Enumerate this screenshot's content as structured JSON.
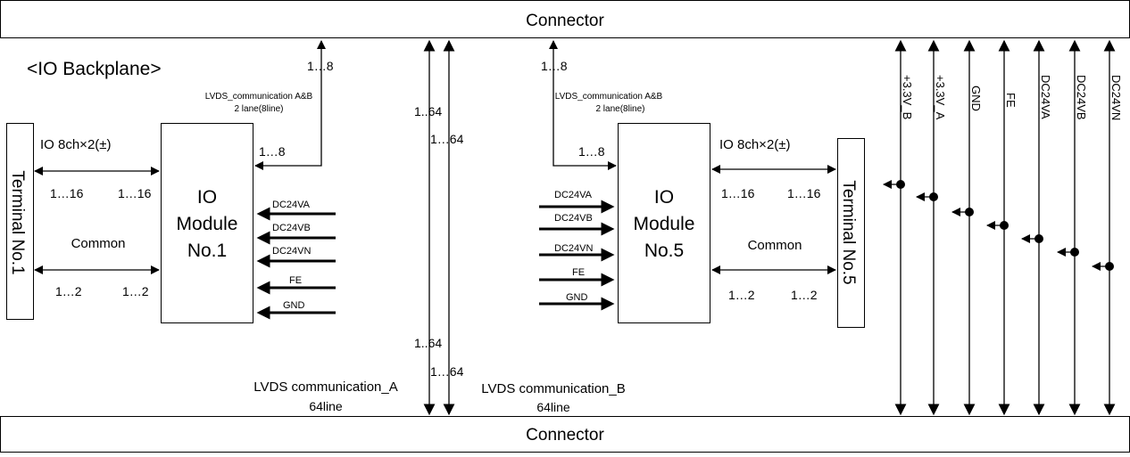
{
  "connector_top": "Connector",
  "connector_bottom": "Connector",
  "backplane_title": "<IO Backplane>",
  "terminal_left": "Terminal No.1",
  "terminal_right": "Terminal No.5",
  "module_left": {
    "line1": "IO",
    "line2": "Module",
    "line3": "No.1"
  },
  "module_right": {
    "line1": "IO",
    "line2": "Module",
    "line3": "No.5"
  },
  "io_label": "IO 8ch×2(±)",
  "common_label": "Common",
  "range_1_16": "1…16",
  "range_1_2": "1…2",
  "range_1_8": "1…8",
  "range_1_64": "1…64",
  "range_1_64_alt": "1..64",
  "lvds_ab_line1": "LVDS_communication A&B",
  "lvds_ab_line2": "2 lane(8line)",
  "lvds_a_label": "LVDS communication_A",
  "lvds_b_label": "LVDS communication_B",
  "lines_64": "64line",
  "power_inputs": [
    "DC24VA",
    "DC24VB",
    "DC24VN",
    "FE",
    "GND"
  ],
  "bus_labels": [
    "+3.3V_B",
    "+3.3V_A",
    "GND",
    "FE",
    "DC24VA",
    "DC24VB",
    "DC24VN"
  ]
}
